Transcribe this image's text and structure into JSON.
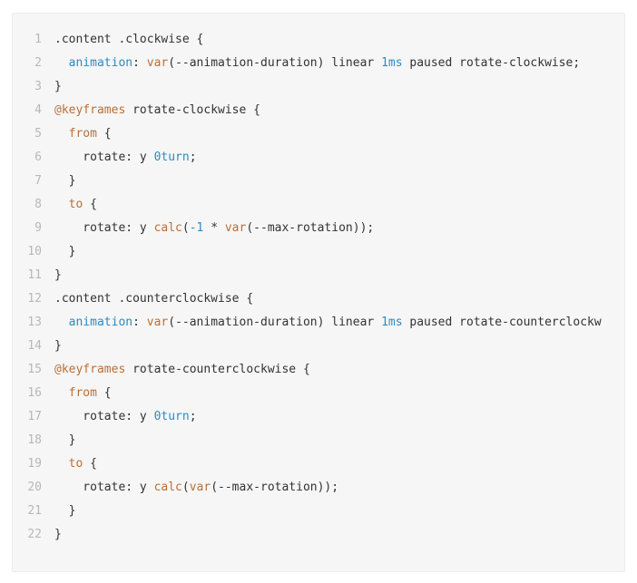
{
  "code": {
    "lines": [
      {
        "n": "1",
        "tokens": [
          {
            "t": ".content .clockwise {",
            "c": "plain"
          }
        ]
      },
      {
        "n": "2",
        "tokens": [
          {
            "t": "  ",
            "c": "plain"
          },
          {
            "t": "animation",
            "c": "prop"
          },
          {
            "t": ": ",
            "c": "plain"
          },
          {
            "t": "var",
            "c": "fn"
          },
          {
            "t": "(--animation-duration) linear ",
            "c": "plain"
          },
          {
            "t": "1ms",
            "c": "num"
          },
          {
            "t": " paused rotate-clockwise;",
            "c": "plain"
          }
        ]
      },
      {
        "n": "3",
        "tokens": [
          {
            "t": "}",
            "c": "plain"
          }
        ]
      },
      {
        "n": "4",
        "tokens": [
          {
            "t": "@keyframes",
            "c": "at"
          },
          {
            "t": " rotate-clockwise {",
            "c": "plain"
          }
        ]
      },
      {
        "n": "5",
        "tokens": [
          {
            "t": "  ",
            "c": "plain"
          },
          {
            "t": "from",
            "c": "kw"
          },
          {
            "t": " {",
            "c": "plain"
          }
        ]
      },
      {
        "n": "6",
        "tokens": [
          {
            "t": "    rotate: y ",
            "c": "plain"
          },
          {
            "t": "0turn",
            "c": "num"
          },
          {
            "t": ";",
            "c": "plain"
          }
        ]
      },
      {
        "n": "7",
        "tokens": [
          {
            "t": "  }",
            "c": "plain"
          }
        ]
      },
      {
        "n": "8",
        "tokens": [
          {
            "t": "  ",
            "c": "plain"
          },
          {
            "t": "to",
            "c": "kw"
          },
          {
            "t": " {",
            "c": "plain"
          }
        ]
      },
      {
        "n": "9",
        "tokens": [
          {
            "t": "    rotate: y ",
            "c": "plain"
          },
          {
            "t": "calc",
            "c": "fn"
          },
          {
            "t": "(",
            "c": "plain"
          },
          {
            "t": "-1",
            "c": "num"
          },
          {
            "t": " * ",
            "c": "plain"
          },
          {
            "t": "var",
            "c": "fn"
          },
          {
            "t": "(--max-rotation));",
            "c": "plain"
          }
        ]
      },
      {
        "n": "10",
        "tokens": [
          {
            "t": "  }",
            "c": "plain"
          }
        ]
      },
      {
        "n": "11",
        "tokens": [
          {
            "t": "}",
            "c": "plain"
          }
        ]
      },
      {
        "n": "12",
        "tokens": [
          {
            "t": ".content .counterclockwise {",
            "c": "plain"
          }
        ]
      },
      {
        "n": "13",
        "tokens": [
          {
            "t": "  ",
            "c": "plain"
          },
          {
            "t": "animation",
            "c": "prop"
          },
          {
            "t": ": ",
            "c": "plain"
          },
          {
            "t": "var",
            "c": "fn"
          },
          {
            "t": "(--animation-duration) linear ",
            "c": "plain"
          },
          {
            "t": "1ms",
            "c": "num"
          },
          {
            "t": " paused rotate-counterclockw",
            "c": "plain"
          }
        ]
      },
      {
        "n": "14",
        "tokens": [
          {
            "t": "}",
            "c": "plain"
          }
        ]
      },
      {
        "n": "15",
        "tokens": [
          {
            "t": "@keyframes",
            "c": "at"
          },
          {
            "t": " rotate-counterclockwise {",
            "c": "plain"
          }
        ]
      },
      {
        "n": "16",
        "tokens": [
          {
            "t": "  ",
            "c": "plain"
          },
          {
            "t": "from",
            "c": "kw"
          },
          {
            "t": " {",
            "c": "plain"
          }
        ]
      },
      {
        "n": "17",
        "tokens": [
          {
            "t": "    rotate: y ",
            "c": "plain"
          },
          {
            "t": "0turn",
            "c": "num"
          },
          {
            "t": ";",
            "c": "plain"
          }
        ]
      },
      {
        "n": "18",
        "tokens": [
          {
            "t": "  }",
            "c": "plain"
          }
        ]
      },
      {
        "n": "19",
        "tokens": [
          {
            "t": "  ",
            "c": "plain"
          },
          {
            "t": "to",
            "c": "kw"
          },
          {
            "t": " {",
            "c": "plain"
          }
        ]
      },
      {
        "n": "20",
        "tokens": [
          {
            "t": "    rotate: y ",
            "c": "plain"
          },
          {
            "t": "calc",
            "c": "fn"
          },
          {
            "t": "(",
            "c": "plain"
          },
          {
            "t": "var",
            "c": "fn"
          },
          {
            "t": "(--max-rotation));",
            "c": "plain"
          }
        ]
      },
      {
        "n": "21",
        "tokens": [
          {
            "t": "  }",
            "c": "plain"
          }
        ]
      },
      {
        "n": "22",
        "tokens": [
          {
            "t": "}",
            "c": "plain"
          }
        ]
      }
    ]
  },
  "colors": {
    "background": "#f6f6f6",
    "line_number": "#b8b8b8",
    "property": "#2a8bc4",
    "number": "#2a8bc4",
    "function": "#b96f37",
    "at_rule": "#b96f37",
    "keyword": "#b96f37",
    "text": "#333333"
  }
}
